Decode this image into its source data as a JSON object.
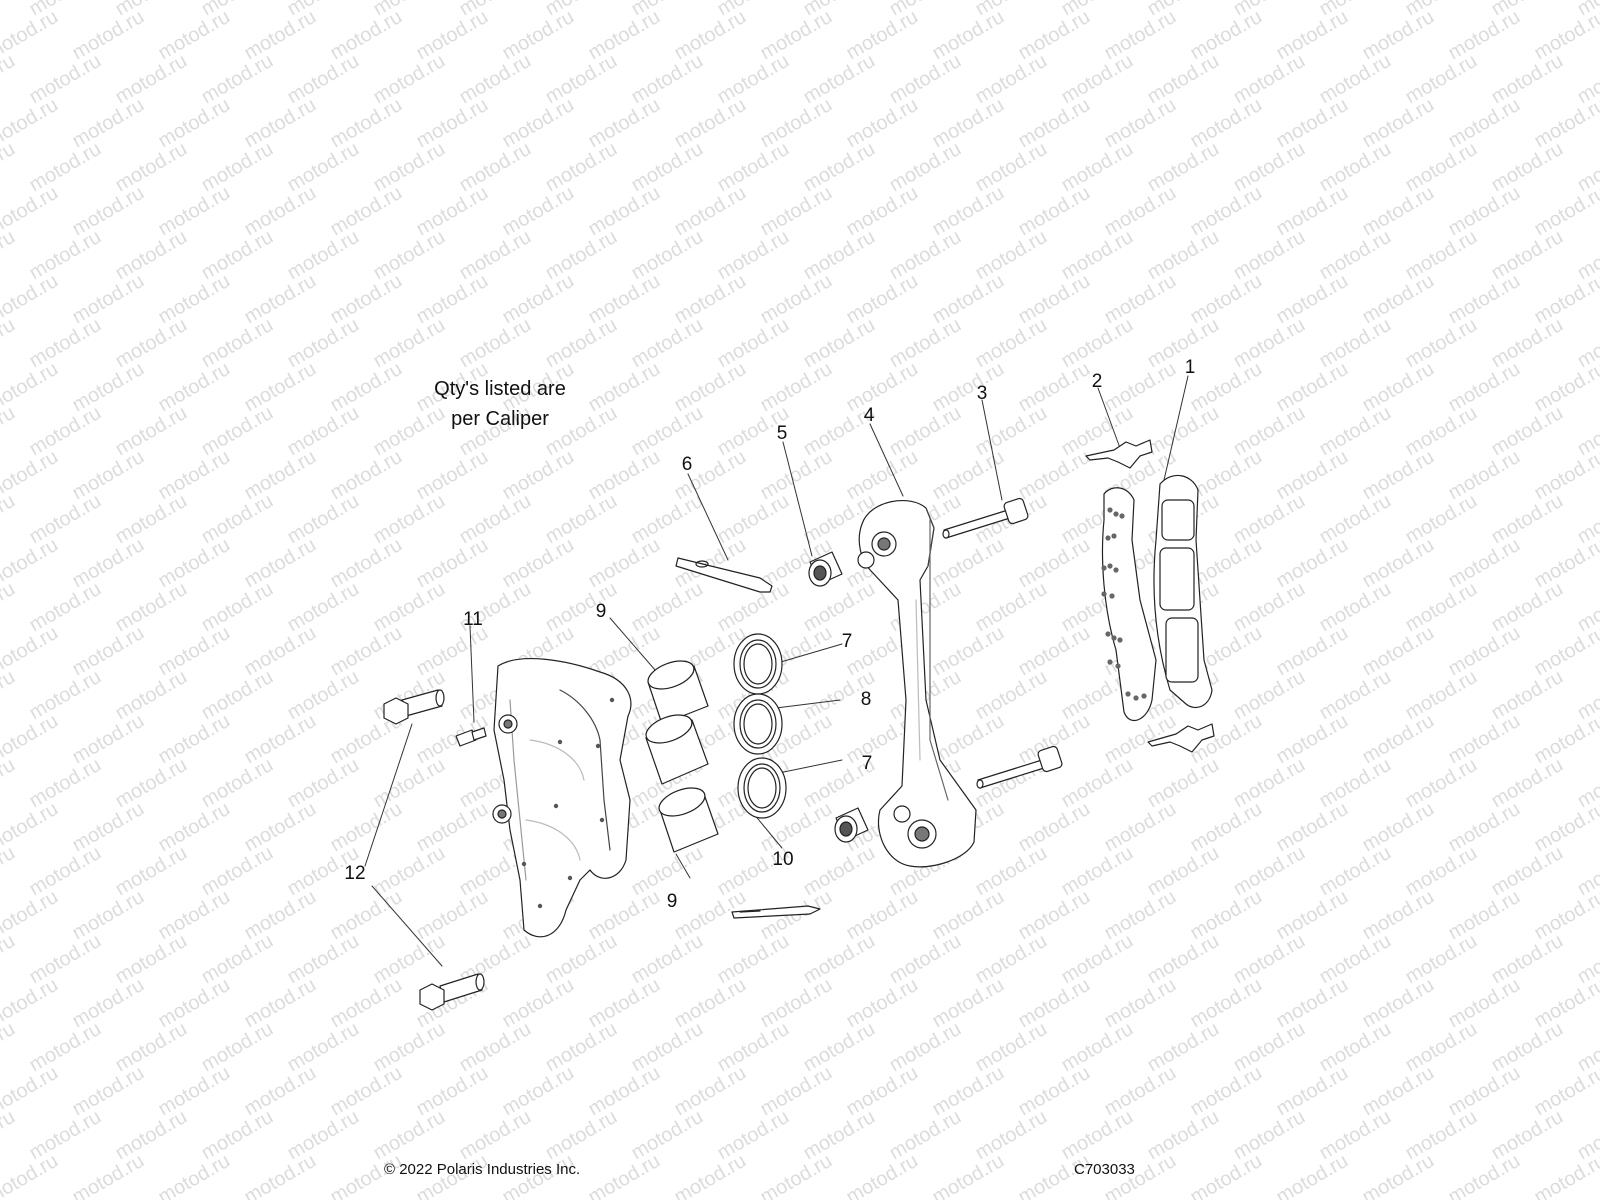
{
  "watermark": {
    "text": "motod.ru"
  },
  "note": {
    "line1": "Qty's listed are",
    "line2": "per Caliper"
  },
  "callouts": {
    "c1": "1",
    "c2": "2",
    "c3": "3",
    "c4": "4",
    "c5": "5",
    "c6": "6",
    "c7a": "7",
    "c7b": "7",
    "c8": "8",
    "c9a": "9",
    "c9b": "9",
    "c10": "10",
    "c11": "11",
    "c12": "12"
  },
  "footer": {
    "copyright": "© 2022 Polaris Industries Inc.",
    "diagram_code": "C703033"
  }
}
